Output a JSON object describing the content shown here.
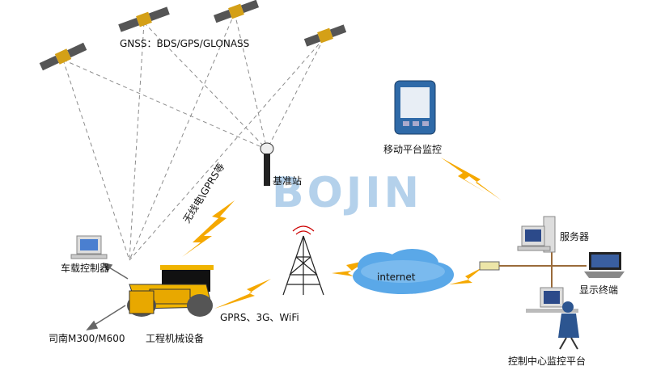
{
  "labels": {
    "gnss": "GNSS：BDS/GPS/GLONASS",
    "base_station": "基准站",
    "wireless_link": "无线电\\GPRS等",
    "vehicle_controller": "车载控制器",
    "sinan": "司南M300/M600",
    "machinery": "工程机械设备",
    "gprs": "GPRS、3G、WiFi",
    "internet": "internet",
    "mobile_monitor": "移动平台监控",
    "server": "服务器",
    "display_terminal": "显示终端",
    "control_center": "控制中心监控平台"
  },
  "watermark": "BOJIN",
  "colors": {
    "signal": "#f5a800",
    "cloud": "#4a9fe0",
    "roller": "#f0b400",
    "dashed": "#888888",
    "tower": "#333333"
  }
}
